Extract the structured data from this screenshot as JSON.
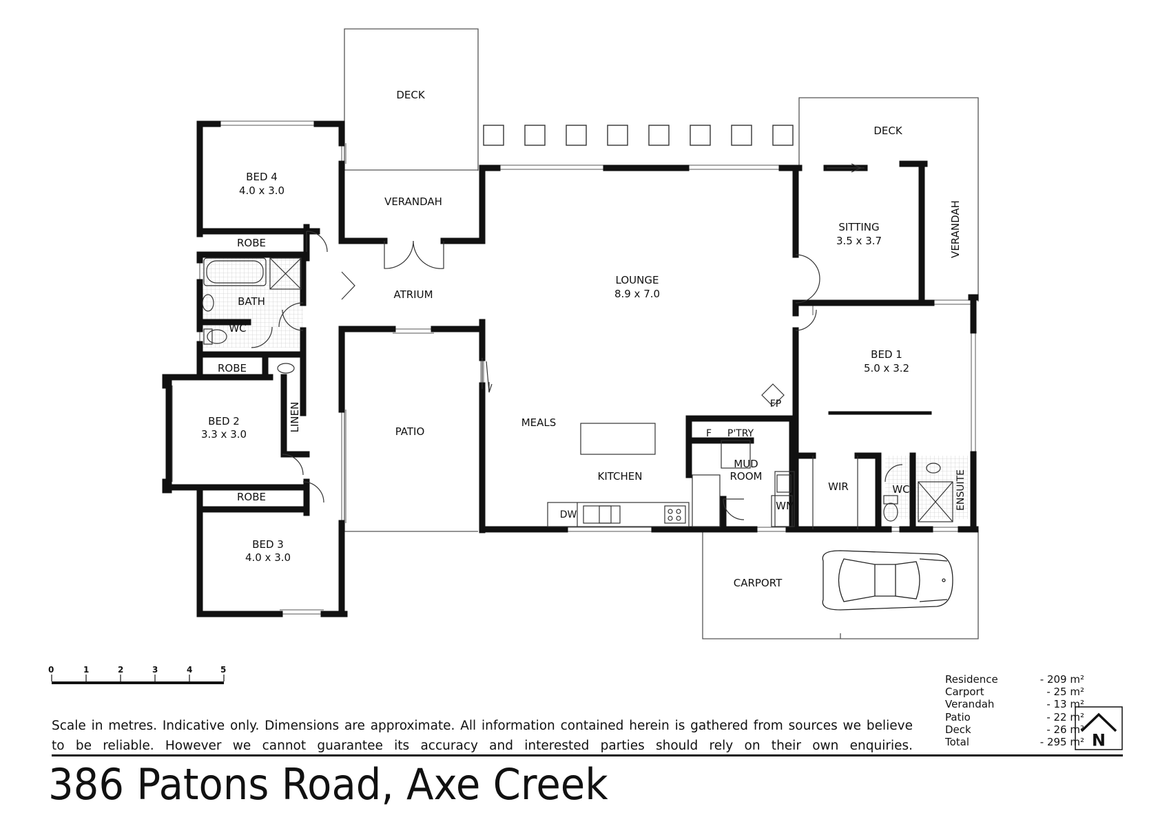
{
  "rooms": {
    "deck_left": "DECK",
    "deck_right": "DECK",
    "verandah_left": "VERANDAH",
    "verandah_right": "VERANDAH",
    "bed4": {
      "name": "BED 4",
      "size": "4.0 x 3.0"
    },
    "robe_bed4": "ROBE",
    "bath": "BATH",
    "wc_left": "WC",
    "robe_bed2": "ROBE",
    "bed2": {
      "name": "BED 2",
      "size": "3.3 x 3.0"
    },
    "linen": "LINEN",
    "robe_bed3": "ROBE",
    "bed3": {
      "name": "BED 3",
      "size": "4.0 x 3.0"
    },
    "atrium": "ATRIUM",
    "patio": "PATIO",
    "lounge": {
      "name": "LOUNGE",
      "size": "8.9 x 7.0"
    },
    "meals": "MEALS",
    "kitchen": "KITCHEN",
    "dw": "DW",
    "fridge": "F",
    "pantry": "P'TRY",
    "fp": "FP",
    "mud_room": {
      "line1": "MUD",
      "line2": "ROOM"
    },
    "wm": "WM",
    "sitting": {
      "name": "SITTING",
      "size": "3.5 x 3.7"
    },
    "bed1": {
      "name": "BED 1",
      "size": "5.0 x 3.2"
    },
    "wir": "WIR",
    "wc_right": "WC",
    "ensuite": "ENSUITE",
    "carport": "CARPORT"
  },
  "scale_bar": {
    "ticks": [
      "0",
      "1",
      "2",
      "3",
      "4",
      "5"
    ]
  },
  "disclaimer": "Scale in metres. Indicative only. Dimensions are approximate.  All information contained herein is gathered from sources we believe to be reliable. However we cannot guarantee its accuracy and interested parties should rely on their own enquiries.",
  "areas": [
    {
      "name": "Residence",
      "value": "- 209 m²"
    },
    {
      "name": "Carport",
      "value": "- 25 m²"
    },
    {
      "name": "Verandah",
      "value": "- 13 m²"
    },
    {
      "name": "Patio",
      "value": "- 22 m²"
    },
    {
      "name": "Deck",
      "value": "- 26 m²"
    },
    {
      "name": "Total",
      "value": "- 295 m²"
    }
  ],
  "compass": {
    "direction": "N"
  },
  "address": "386 Patons Road, Axe Creek",
  "colors": {
    "wall": "#111111",
    "line": "#555555",
    "tile": "#cfcfcf"
  }
}
